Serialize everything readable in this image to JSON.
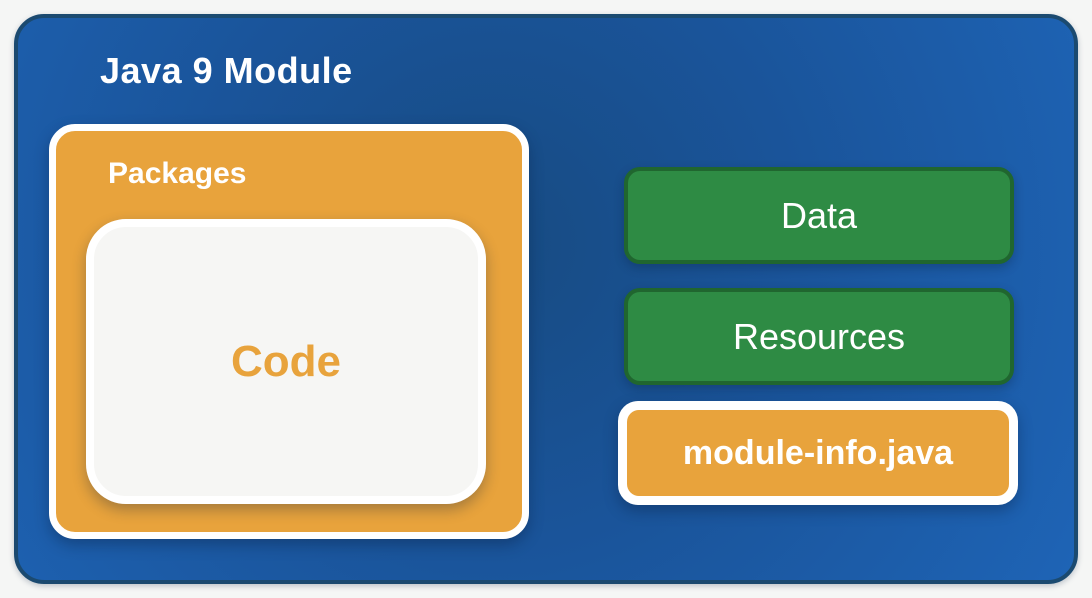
{
  "diagram": {
    "title": "Java 9 Module",
    "packages": {
      "label": "Packages",
      "code_label": "Code"
    },
    "items": {
      "data_label": "Data",
      "resources_label": "Resources",
      "module_info_label": "module-info.java"
    },
    "colors": {
      "page_background": "#f5f6f5",
      "module_fill": "#1a549a",
      "module_border": "#1b4a70",
      "orange_fill": "#e8a33c",
      "code_fill": "#f6f6f4",
      "green_fill": "#2e8b44",
      "green_border": "#20662f",
      "text_white": "#ffffff"
    }
  }
}
